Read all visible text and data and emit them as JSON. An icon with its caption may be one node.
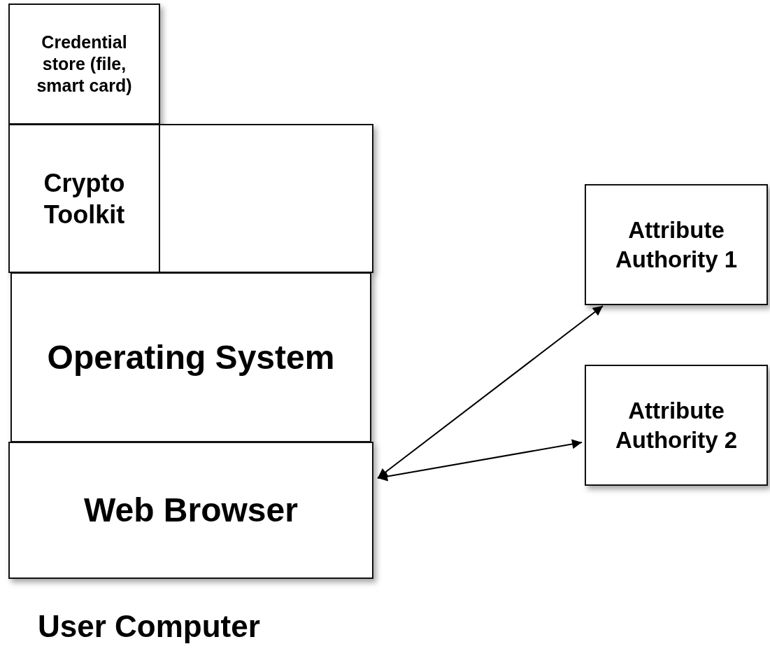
{
  "diagram": {
    "nodes": [
      {
        "text": [
          "Credential store (file, smart card)"
        ]
      },
      {
        "text": [
          "Crypto Toolkit"
        ]
      },
      {
        "text": [],
        "shape": "box"
      },
      {
        "text": [
          "Operating System"
        ]
      },
      {
        "text": [
          "Web Browser"
        ]
      },
      {
        "text": [
          "Attribute Authority 1"
        ]
      },
      {
        "text": [
          "Attribute Authority 2"
        ]
      }
    ],
    "edges": [
      {
        "from": 4,
        "to": 5,
        "arrow": "both"
      },
      {
        "from": 4,
        "to": 6,
        "arrow": "both"
      }
    ],
    "labels": [
      "User Computer"
    ]
  }
}
